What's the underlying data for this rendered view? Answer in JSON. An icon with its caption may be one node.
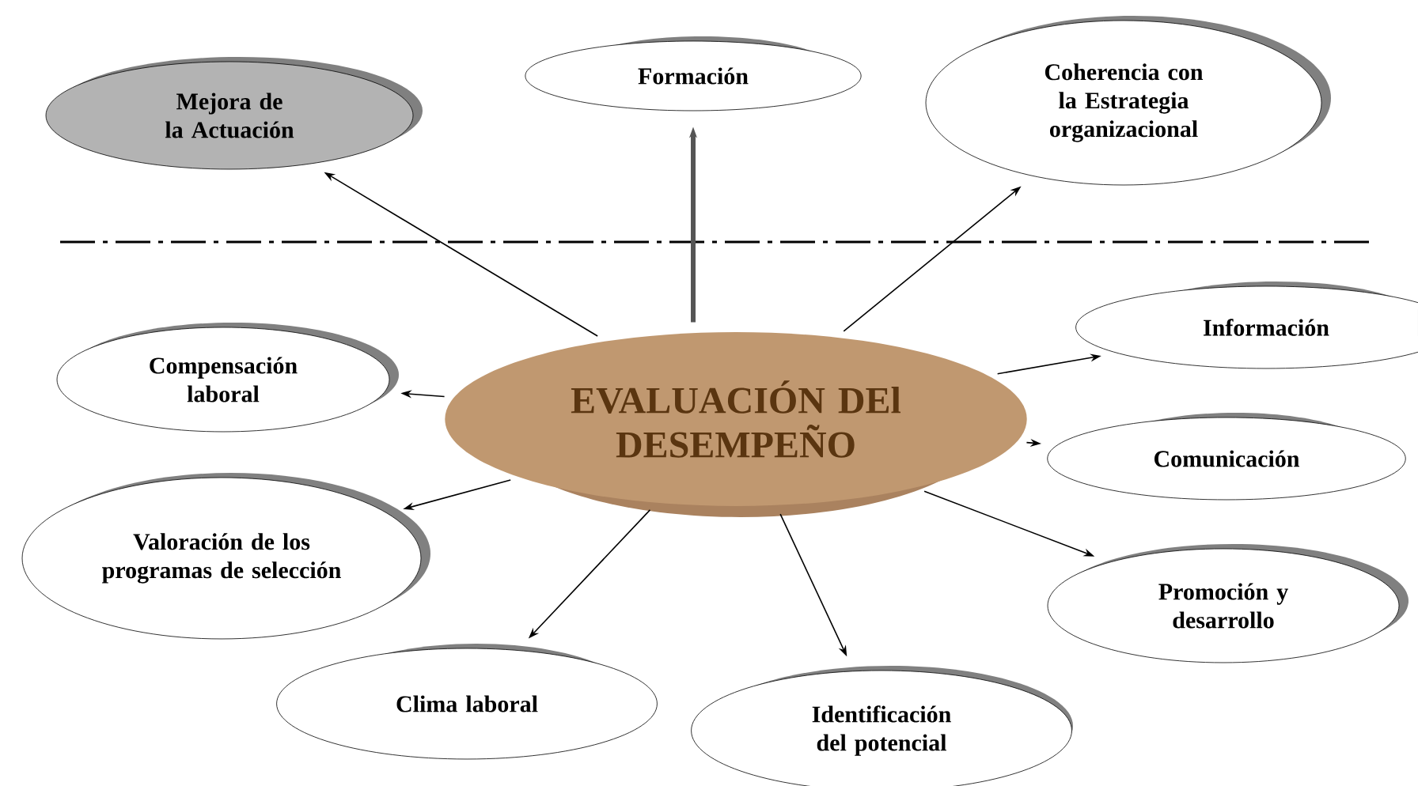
{
  "diagram": {
    "nodes": [
      {
        "text": [
          "EVALUACIÓN DEl DESEMPEÑO"
        ]
      },
      {
        "text": [
          "Mejora de la Actuación"
        ]
      },
      {
        "text": [
          "Formación"
        ]
      },
      {
        "text": [
          "Coherencia con la Estrategia organizacional"
        ]
      },
      {
        "text": [
          "Compensación laboral"
        ]
      },
      {
        "text": [
          "Información"
        ]
      },
      {
        "text": [
          "Comunicación"
        ]
      },
      {
        "text": [
          "Valoración de los programas de selección"
        ]
      },
      {
        "text": [
          "Promoción y desarrollo"
        ]
      },
      {
        "text": [
          "Clima laboral"
        ]
      },
      {
        "text": [
          "Identificación del potencial"
        ]
      }
    ],
    "edges": [
      {
        "from": 0,
        "to": 1,
        "arrow": "to"
      },
      {
        "from": 0,
        "to": 2,
        "arrow": "to",
        "style": "thick",
        "color": "#555555"
      },
      {
        "from": 0,
        "to": 3,
        "arrow": "to"
      },
      {
        "from": 0,
        "to": 4,
        "arrow": "to"
      },
      {
        "from": 0,
        "to": 5,
        "arrow": "to"
      },
      {
        "from": 0,
        "to": 6,
        "arrow": "to"
      },
      {
        "from": 0,
        "to": 7,
        "arrow": "to"
      },
      {
        "from": 0,
        "to": 8,
        "arrow": "to"
      },
      {
        "from": 0,
        "to": 9,
        "arrow": "to"
      },
      {
        "from": 0,
        "to": 10,
        "arrow": "to"
      }
    ]
  }
}
